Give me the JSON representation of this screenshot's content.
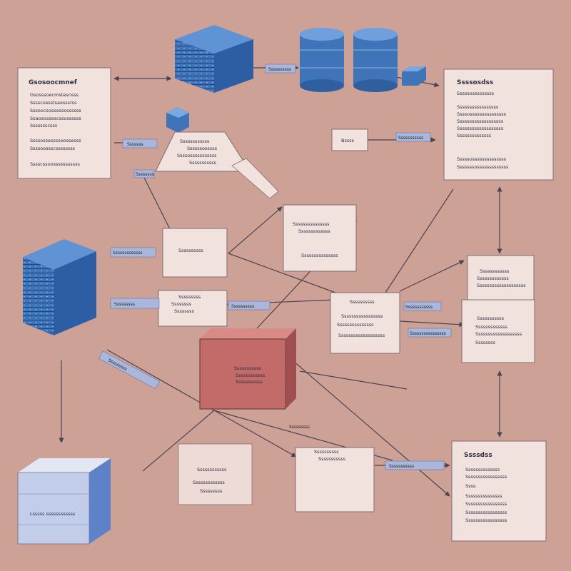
{
  "colors": {
    "background": "#cea196",
    "card": "#f2e2dd",
    "card_border": "#7d6d70",
    "blue": "#3f74b8",
    "blue_dark": "#254d8f",
    "tag": "#a9b7dd",
    "red": "#c26b69",
    "line": "#4a4451"
  },
  "icons": {
    "server": "server-rack-icon",
    "database": "database-cylinder-icon",
    "cube": "cube-icon"
  },
  "cards": {
    "top_left": {
      "title": "Gsosoocmnef",
      "lines": [
        "Gsosssoecmstesnsss",
        "Sssscsesstsaosssrss",
        "Sssoocsossessossssss",
        "Ssaosossescssossssss",
        "Ssssssscsss",
        "Ssssossessssoossesss",
        "Ssssoossscssssssss",
        "Sssscssoosssssssssss"
      ]
    },
    "top_center": {
      "lines": [
        "Ssssssssssss",
        "Ssssssosssss",
        "Ssssosssssssssss",
        "Sssssssssss"
      ]
    },
    "top_right": {
      "title": "Ssssosdss",
      "lines": [
        "Sssssosssssssss",
        "Sssssssssssssssss",
        "Ssssosssssssssssssss",
        "Sssssssssssssssssss",
        "Sssssssssssssssssss",
        "Ssssssssssssss",
        "Sssssossssssssssssss",
        "Sssssssosssssssssssss"
      ]
    },
    "mid_center": {
      "lines": [
        "Sssssssssssssss",
        "Sssssssssssss",
        "Sssssssssssssss"
      ]
    },
    "left_upper": {
      "lines": [
        "Ssssssssss"
      ]
    },
    "left_lower": {
      "lines": [
        "Sssssssss",
        "Ssssssss",
        "Ssssssss"
      ]
    },
    "center": {
      "lines": [
        "Ssssssssss",
        "Sssssssssssssssss",
        "Sssssssssssssss",
        "Sssssssssssssssssss"
      ]
    },
    "right_upper": {
      "lines": [
        "Ssssssssssss",
        "Sssssssssssss",
        "Ssssssssssssssssssss"
      ]
    },
    "right_lower": {
      "lines": [
        "Sssssssssss",
        "Sssssssssssss",
        "Sssssssssssssssssss",
        "Ssssssss"
      ]
    },
    "bottom_center": {
      "lines": [
        "Ssssssssss",
        "Sssssssssss"
      ]
    },
    "bottom_center_left": {
      "lines": [
        "Ssssssssssss",
        "Sssssssssssss",
        "Sssssssss"
      ]
    },
    "bottom_right": {
      "title": "Ssssdss",
      "lines": [
        "Ssssssssssssss",
        "Sssssssssssssssss",
        "Ssss",
        "Sssssssssssssss",
        "Sssssssssssssssss",
        "Sssssssssssssssss",
        "Sssssssssssssssss"
      ]
    },
    "red_box": {
      "lines": [
        "Sssssssssss",
        "Ssssssssssss",
        "Sssssssssss"
      ]
    },
    "storage_box": {
      "label": "Lsssss ssssssssssss"
    },
    "small_button": {
      "label": "Bssss"
    }
  },
  "tags": [
    "Ssssssssss",
    "Sssssss",
    "Sssssssssss",
    "Ssssssss",
    "Sssssssssssss",
    "Sssssssss",
    "Ssssssssss",
    "Ssssssssssss",
    "Ssssssssssssssss",
    "Sssssssss",
    "Sssssssssss",
    "Sssssssss"
  ]
}
